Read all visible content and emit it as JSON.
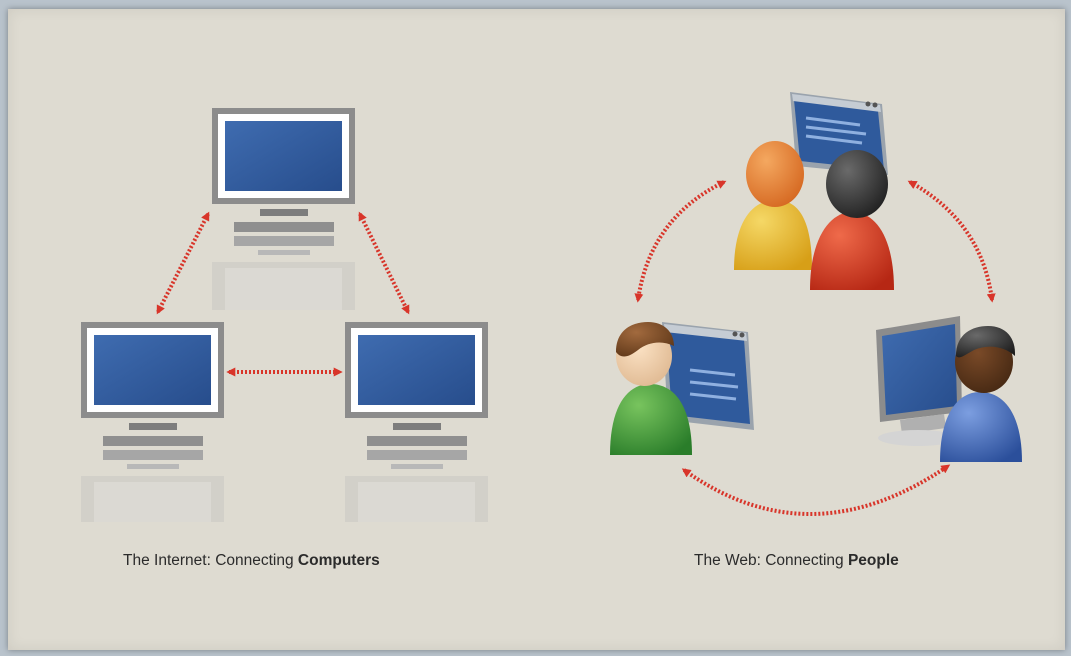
{
  "captions": {
    "internet": {
      "prefix": "The Internet: Connecting ",
      "bold": "Computers"
    },
    "web": {
      "prefix": "The Web: Connecting ",
      "bold": "People"
    }
  },
  "colors": {
    "background": "#dedbd1",
    "screen": "#2f5a9c",
    "monitor_frame": "#8c8c8c",
    "arrow": "#d8352a",
    "person_orange": "#e07a2c",
    "person_yellow": "#e8b826",
    "person_red": "#cf3a20",
    "person_green": "#3a9a3a",
    "person_blue": "#3b67b5"
  },
  "icons": [
    "computer-icon",
    "person-icon",
    "bidirectional-arrow-icon"
  ]
}
